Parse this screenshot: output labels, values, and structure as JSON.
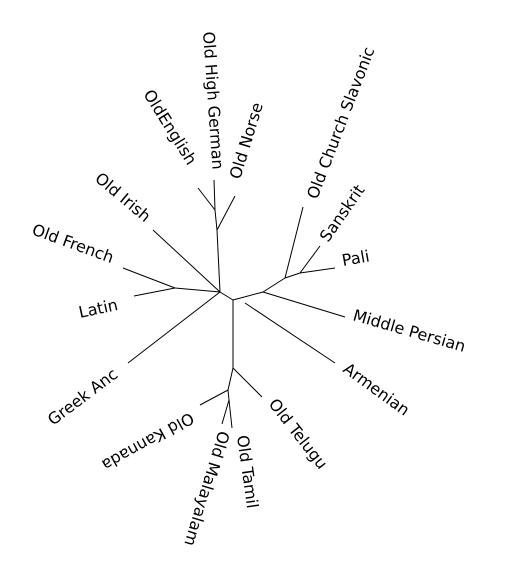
{
  "tree": {
    "line_color": "#000000",
    "background": "#ffffff",
    "leaves": {
      "old_high_german": "Old High German",
      "old_english": "OldEnglish",
      "old_norse": "Old Norse",
      "old_church_slavonic": "Old Church Slavonic",
      "old_irish": "Old Irish",
      "sanskrit": "Sanskrit",
      "pali": "Pali",
      "old_french": "Old French",
      "latin": "Latin",
      "middle_persian": "Middle Persian",
      "greek_anc": "Greek Anc",
      "armenian": "Armenian",
      "old_kannada": "Old Kannada",
      "old_telugu": "Old Telugu",
      "old_malayalam": "Old Malayalam",
      "old_tamil": "Old Tamil"
    }
  }
}
